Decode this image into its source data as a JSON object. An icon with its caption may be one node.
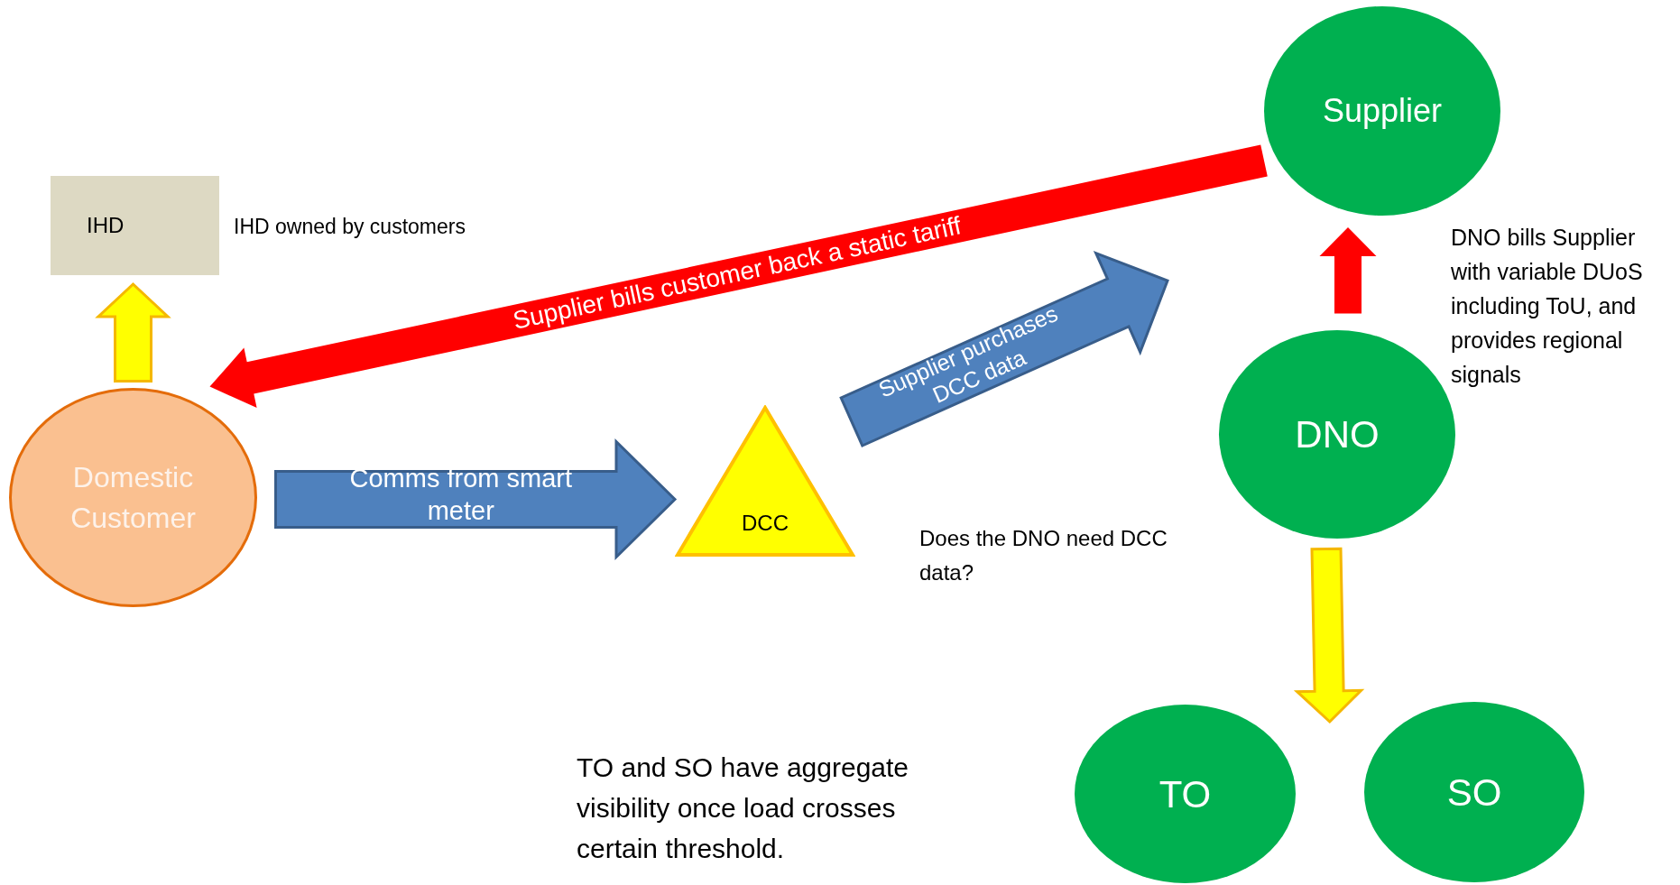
{
  "diagram": {
    "nodes": [
      {
        "text": [
          "IHD"
        ],
        "beside": [
          "IHD owned by customers"
        ]
      },
      {
        "text": [
          "Domestic Customer"
        ]
      },
      {
        "text": [
          "DCC"
        ]
      },
      {
        "text": [
          "Supplier"
        ]
      },
      {
        "text": [
          "DNO"
        ],
        "beside": [
          "DNO bills Supplier with variable DUoS including ToU, and provides regional signals"
        ]
      },
      {
        "text": [
          "TO"
        ]
      },
      {
        "text": [
          "SO"
        ]
      }
    ],
    "edges": [
      {
        "from": 1,
        "to": 0,
        "arrow": "to",
        "color": "#ffff00"
      },
      {
        "from": 1,
        "to": 2,
        "arrow": "to",
        "label": "Comms from smart meter",
        "color": "#4f81bd"
      },
      {
        "from": 2,
        "to": 3,
        "arrow": "to",
        "label": "Supplier purchases DCC data",
        "color": "#4f81bd"
      },
      {
        "from": 3,
        "to": 1,
        "arrow": "to",
        "label": "Supplier bills customer back a static tariff",
        "color": "#ff0000"
      },
      {
        "from": 4,
        "to": 3,
        "arrow": "to",
        "color": "#ff0000"
      },
      {
        "from": 4,
        "to": 5,
        "arrow": "to",
        "color": "#ffff00"
      },
      {
        "from": 4,
        "to": 6,
        "arrow": "to",
        "color": "#ffff00"
      }
    ],
    "labels": [
      "Does the DNO need DCC data?",
      "TO and SO have aggregate visibility once load crosses certain threshold."
    ]
  }
}
